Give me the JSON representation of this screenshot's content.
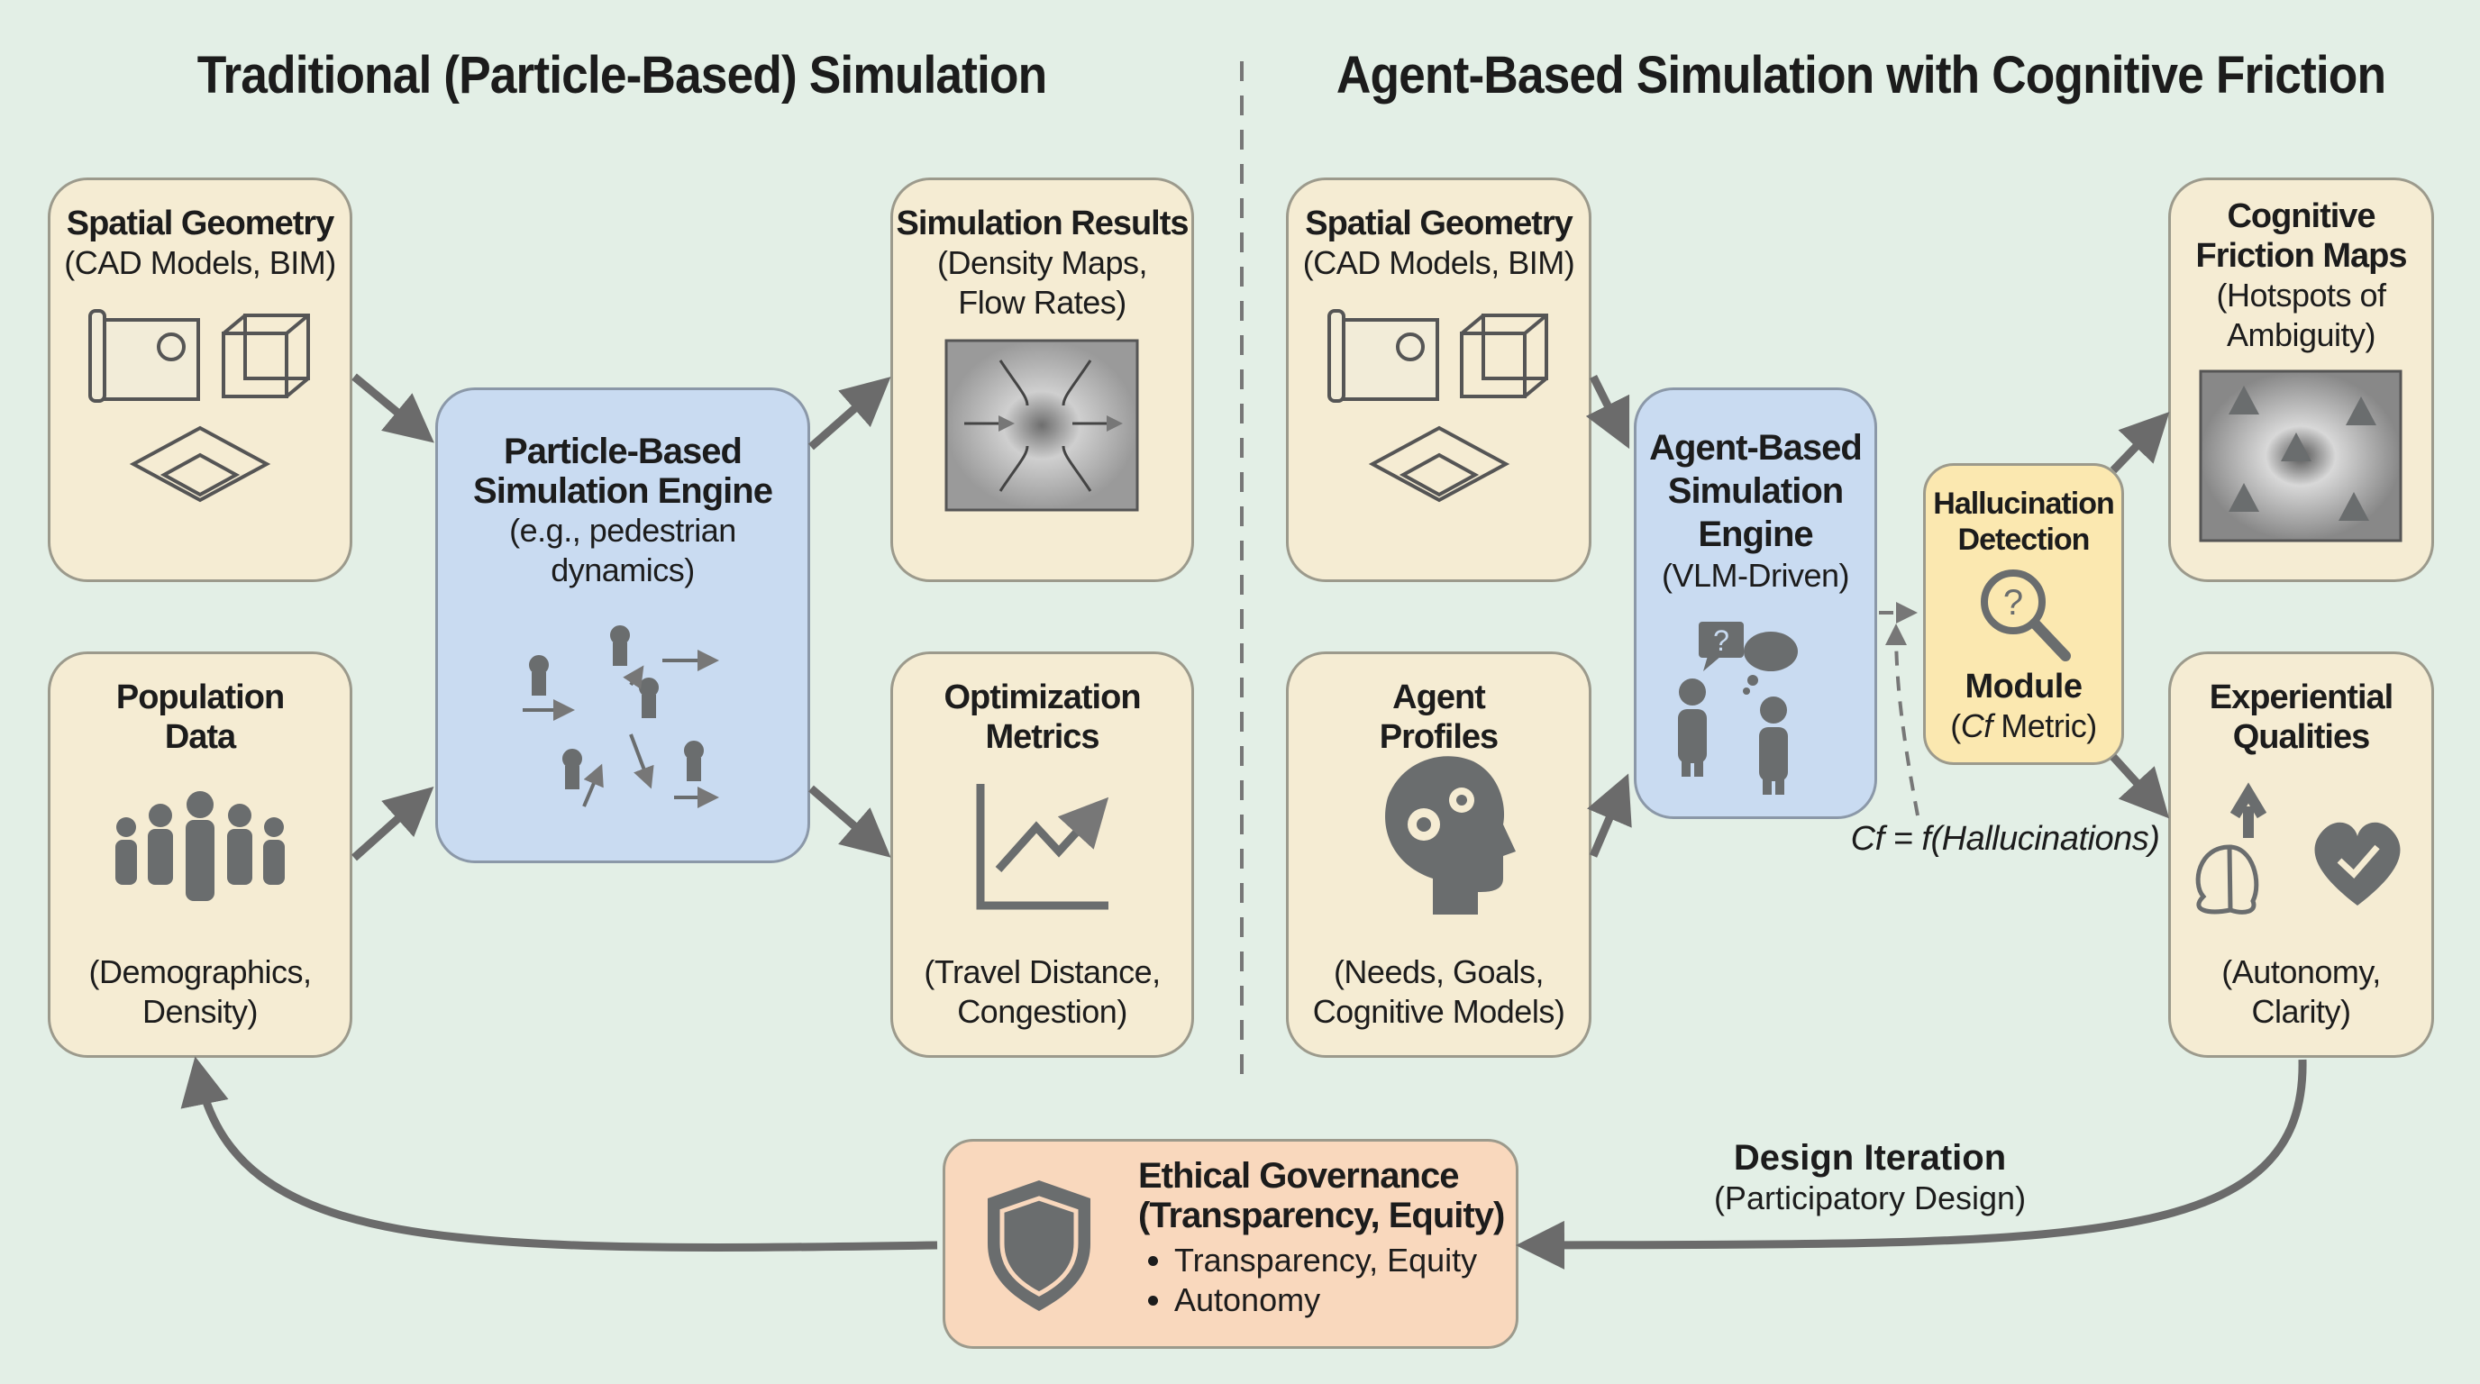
{
  "titles": {
    "left": "Traditional (Particle-Based) Simulation",
    "right": "Agent-Based Simulation with Cognitive Friction"
  },
  "left": {
    "spatial": {
      "title": "Spatial Geometry",
      "sub": "(CAD Models, BIM)"
    },
    "population": {
      "title1": "Population",
      "title2": "Data",
      "foot1": "(Demographics,",
      "foot2": "Density)"
    },
    "engine": {
      "title1": "Particle-Based",
      "title2": "Simulation Engine",
      "sub1": "(e.g., pedestrian",
      "sub2": "dynamics)"
    },
    "results": {
      "title": "Simulation Results",
      "sub1": "(Density Maps,",
      "sub2": "Flow Rates)"
    },
    "optimization": {
      "title1": "Optimization",
      "title2": "Metrics",
      "foot1": "(Travel Distance,",
      "foot2": "Congestion)"
    }
  },
  "right": {
    "spatial": {
      "title": "Spatial Geometry",
      "sub": "(CAD Models, BIM)"
    },
    "profiles": {
      "title1": "Agent",
      "title2": "Profiles",
      "foot1": "(Needs, Goals,",
      "foot2": "Cognitive Models)"
    },
    "engine": {
      "title1": "Agent-Based",
      "title2": "Simulation",
      "title3": "Engine",
      "sub": "(VLM-Driven)"
    },
    "hallucination": {
      "title1": "Hallucination",
      "title2": "Detection",
      "title3": "Module",
      "sub_italic": "Cf",
      "sub_rest": " Metric)",
      "sub_open": "("
    },
    "friction": {
      "title1": "Cognitive",
      "title2": "Friction Maps",
      "sub1": "(Hotspots of",
      "sub2": "Ambiguity)"
    },
    "experiential": {
      "title1": "Experiential",
      "title2": "Qualities",
      "foot1": "(Autonomy,",
      "foot2": "Clarity)"
    },
    "formula": "Cf = f(Hallucinations)"
  },
  "governance": {
    "title1": "Ethical Governance",
    "title2": "(Transparency, Equity)",
    "bullets": [
      "Transparency, Equity",
      "Autonomy"
    ]
  },
  "design_iteration": {
    "title": "Design Iteration",
    "sub": "(Participatory Design)"
  },
  "colors": {
    "background": "#e3efe6",
    "box": "#f5ecd3",
    "engine": "#c9dbf1",
    "detection": "#fbe8b0",
    "governance": "#f9d8bd",
    "arrow": "#6b6b6b"
  }
}
